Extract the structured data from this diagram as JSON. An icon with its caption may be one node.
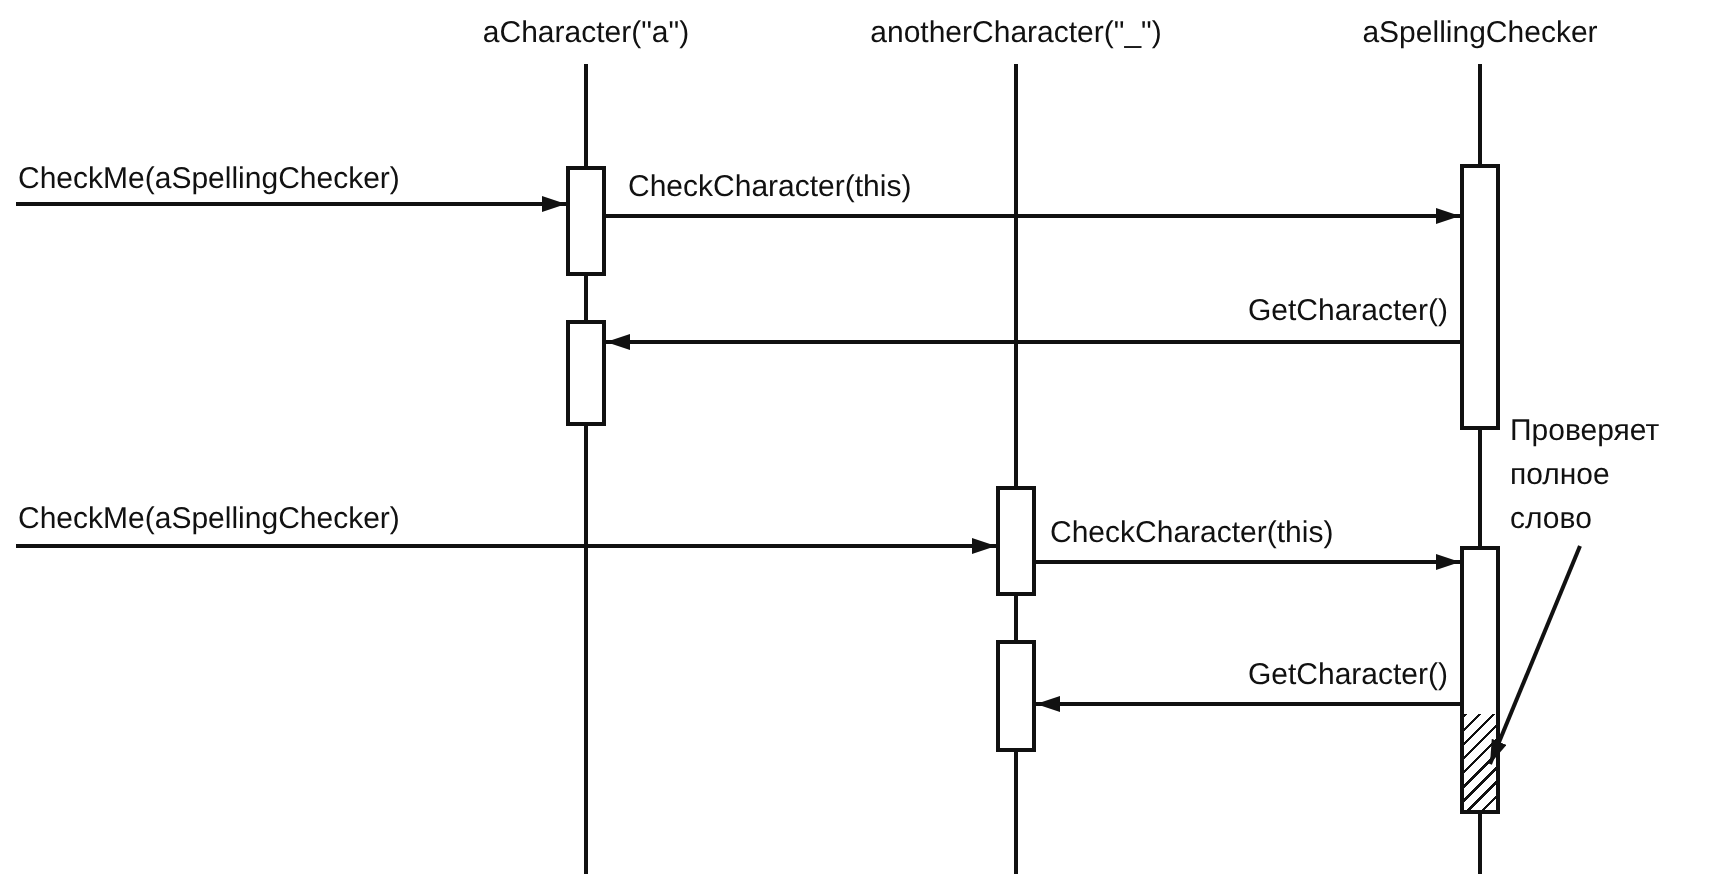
{
  "diagram": {
    "nodes": [
      {
        "text": [
          "aCharacter(\"a\")"
        ]
      },
      {
        "text": [
          "anotherCharacter(\"_\")"
        ]
      },
      {
        "text": [
          "aSpellingChecker"
        ]
      },
      {
        "text": [],
        "shape": "box"
      },
      {
        "text": [],
        "shape": "box"
      },
      {
        "text": [],
        "shape": "box"
      },
      {
        "text": [],
        "shape": "box"
      },
      {
        "text": [],
        "shape": "box"
      },
      {
        "text": [],
        "shape": "box"
      },
      {
        "text": [],
        "shape": "box",
        "in": 7
      },
      {
        "text": [
          "Проверяет полное слово"
        ]
      }
    ],
    "edges": [
      {
        "from": null,
        "to": 3,
        "arrow": "to",
        "label": "CheckMe(aSpellingChecker)"
      },
      {
        "from": 3,
        "to": 4,
        "arrow": "to",
        "label": "CheckCharacter(this)"
      },
      {
        "from": 4,
        "to": 5,
        "arrow": "to",
        "label": "GetCharacter()"
      },
      {
        "from": null,
        "to": 6,
        "arrow": "to",
        "label": "CheckMe(aSpellingChecker)"
      },
      {
        "from": 6,
        "to": 7,
        "arrow": "to",
        "label": "CheckCharacter(this)"
      },
      {
        "from": 7,
        "to": 8,
        "arrow": "to",
        "label": "GetCharacter()"
      },
      {
        "from": 10,
        "to": 9,
        "arrow": "to"
      }
    ]
  }
}
